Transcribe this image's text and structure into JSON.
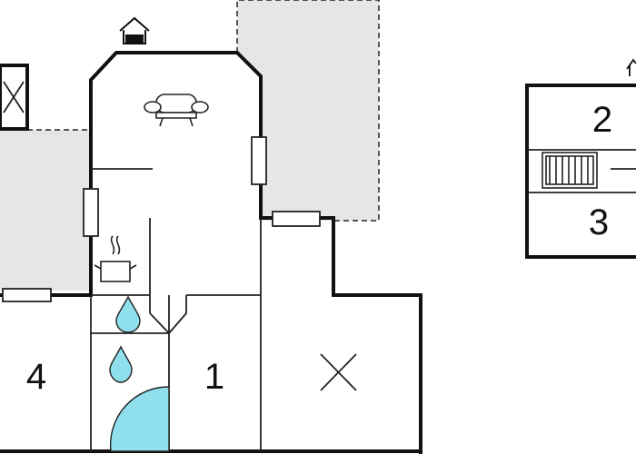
{
  "colors": {
    "wall": "#111111",
    "thin_line": "#222222",
    "terrace_fill": "#e6e6e6",
    "water": "#8fe0ec",
    "background": "#ffffff"
  },
  "rooms": [
    {
      "id": "room-1",
      "label": "1"
    },
    {
      "id": "room-2",
      "label": "2"
    },
    {
      "id": "room-3",
      "label": "3"
    },
    {
      "id": "room-4",
      "label": "4"
    }
  ],
  "icons": [
    "entrance-icon",
    "sofa-icon",
    "stove-icon",
    "water-drop-icon",
    "shower-icon",
    "stairs-icon",
    "window-icon",
    "void-cross-icon"
  ]
}
